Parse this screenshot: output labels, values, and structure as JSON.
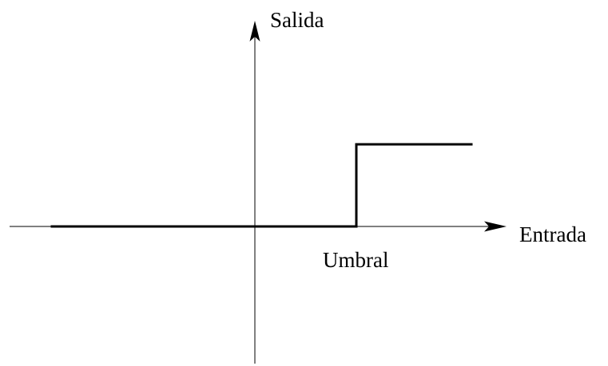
{
  "labels": {
    "y_axis": "Salida",
    "x_axis": "Entrada",
    "threshold": "Umbral"
  },
  "colors": {
    "background": "#ffffff",
    "ink": "#000000"
  },
  "icons": {
    "x_arrow": "arrowhead-right",
    "y_arrow": "arrowhead-up"
  }
}
